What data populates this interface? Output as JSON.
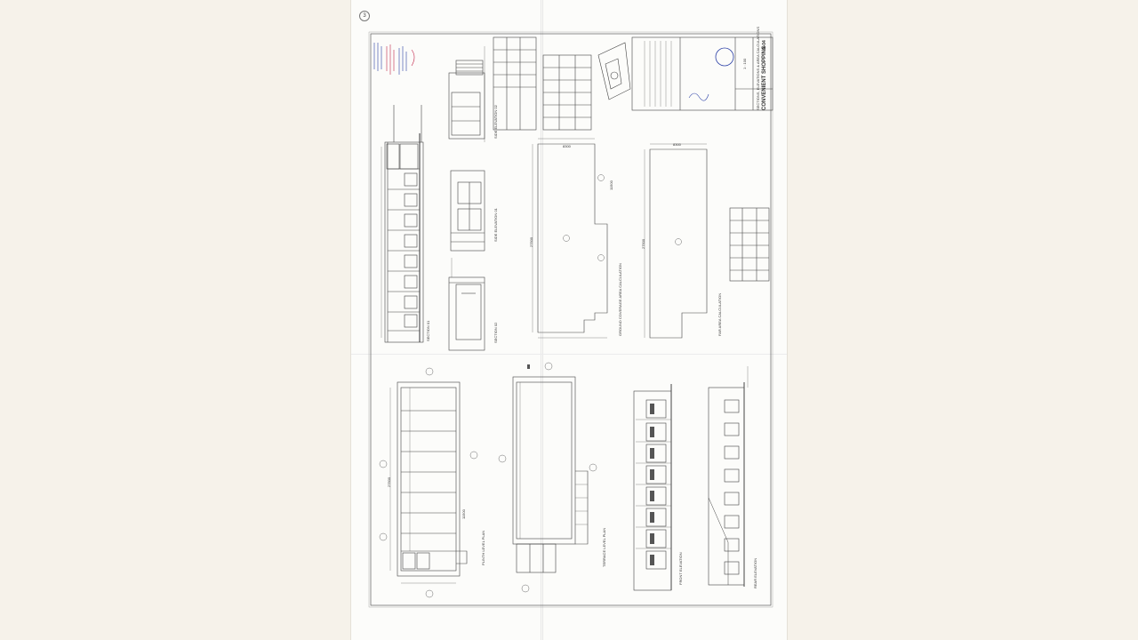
{
  "document": {
    "page_number": "3",
    "sheet_number": "A-04",
    "scale": "1 : 100",
    "project_title": "CONVENIENT SHOPPING",
    "drawing_title": "SECTIONS, ELEVATIONS & AREA CALCULATIONS",
    "views": {
      "section_01": "SECTION 01",
      "section_02": "SECTION 02",
      "side_elevation_01": "SIDE ELEVATION 01",
      "side_elevation_02": "SIDE ELEVATION 02",
      "ground_coverage": "GROUND COVERAGE AREA CALCULATION",
      "far_area": "FAR AREA CALCULATION",
      "plinth_plan": "PLINTH LEVEL PLAN",
      "terrace_plan": "TERRACE LEVEL PLAN",
      "front_elevation": "FRONT ELEVATION",
      "rear_elevation": "REAR ELEVATION"
    },
    "dimensions": {
      "ga_width": "27500",
      "ga_depth": "8300",
      "ga_block": "11500",
      "far_width": "27500",
      "far_depth": "8300",
      "plinth_length": "27500",
      "plinth_depth": "11500"
    },
    "colors": {
      "ink": "#3a3a3a",
      "stamp_blue": "#2a3fa6",
      "stamp_red": "#c2264a",
      "sheet": "#fcfcfa",
      "background": "#f6f2ea"
    }
  }
}
